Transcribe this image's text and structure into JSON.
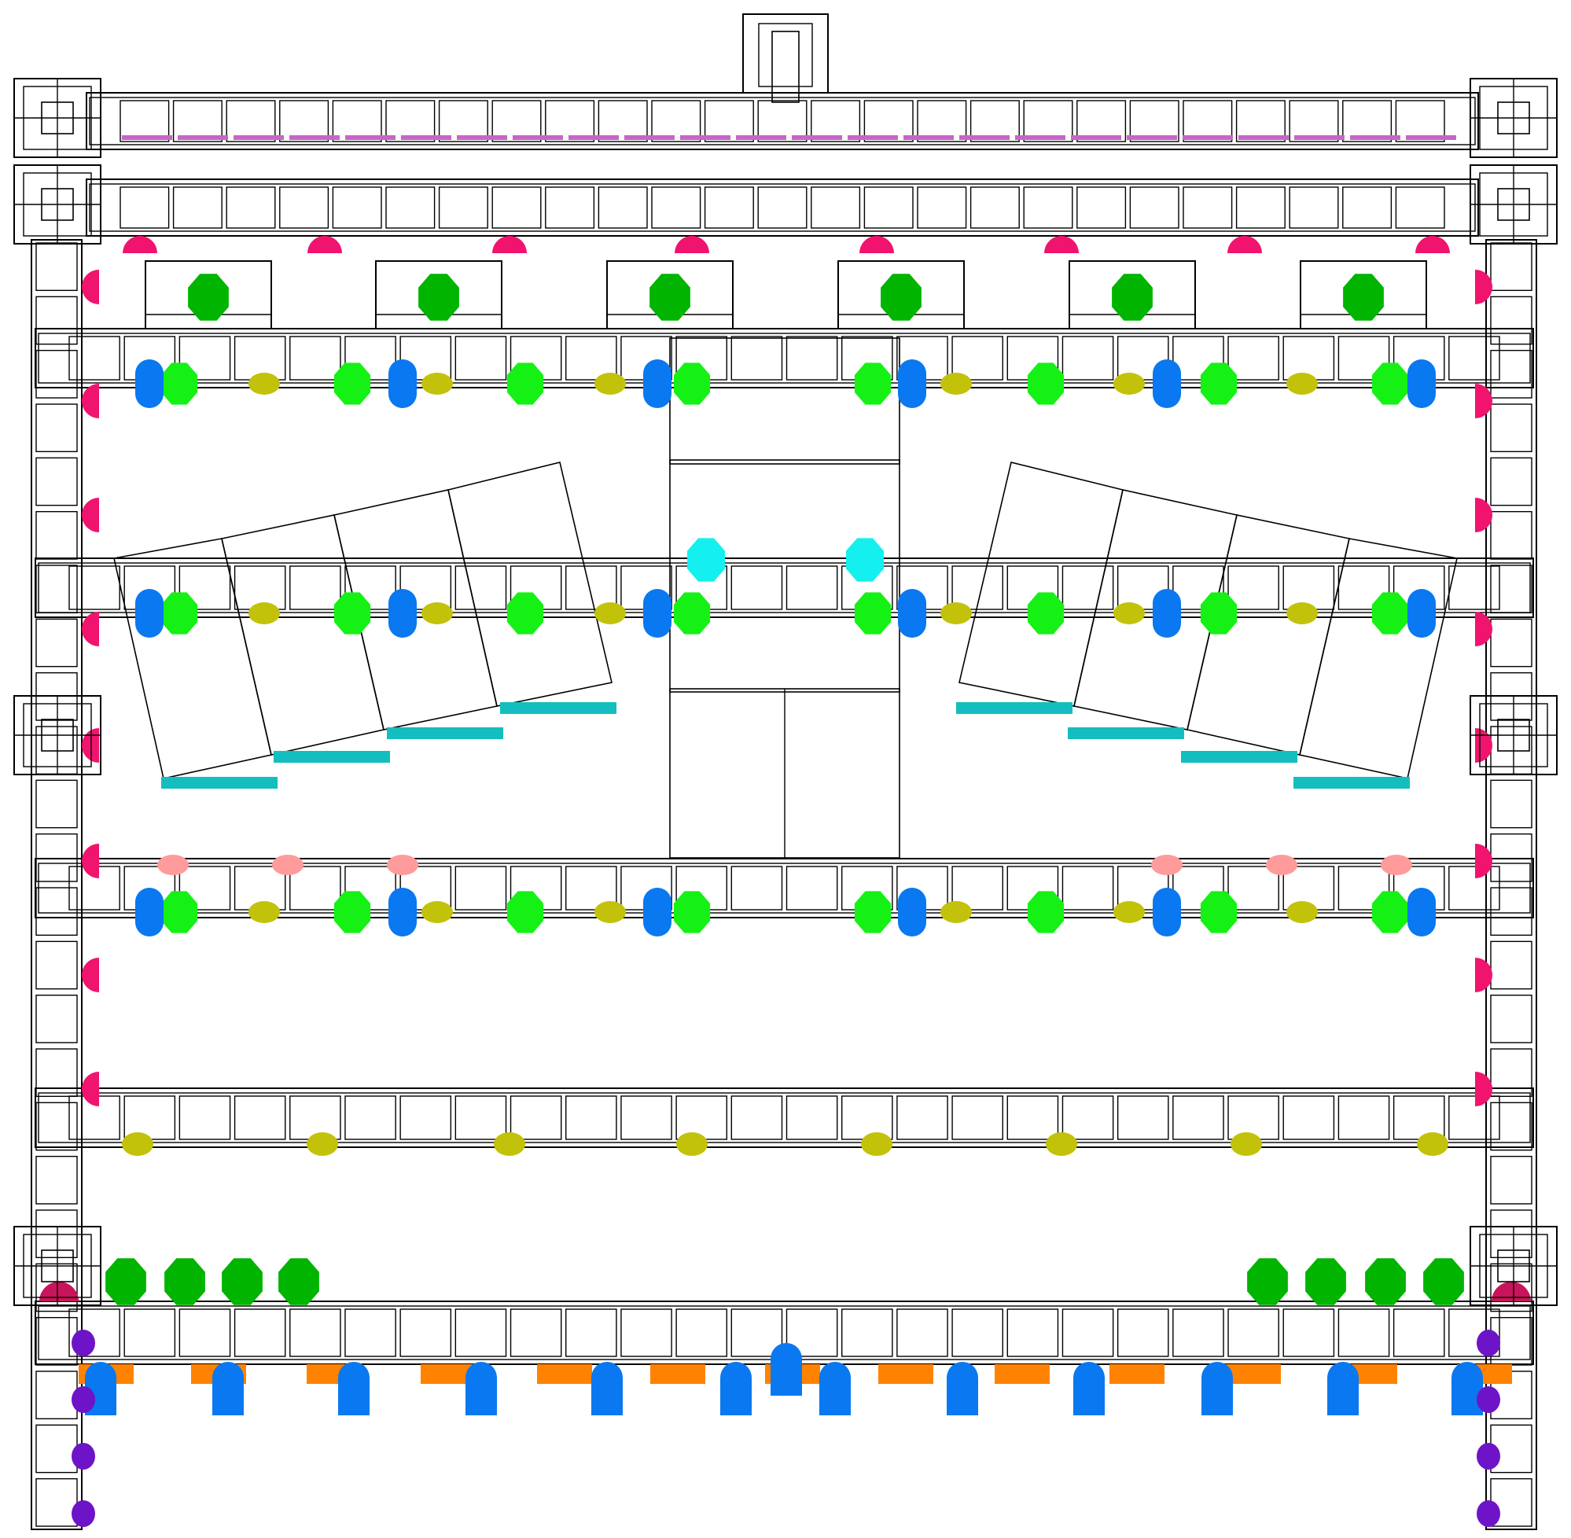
{
  "diagram": {
    "kind": "truss frame elevation (line drawing, no printed text)",
    "colors": {
      "line": "#000000",
      "background": "#ffffff",
      "fixture_dark_green": "#00b400",
      "fixture_bright_green": "#15f115",
      "fixture_blue": "#0a78f0",
      "fixture_olive": "#c2c20a",
      "fixture_magenta": "#f0146e",
      "fixture_cyan": "#14f0f0",
      "panel_teal": "#14bebe",
      "fixture_salmon": "#ff9b9b",
      "fixture_orange": "#ff8200",
      "fixture_purple": "#6e14c8",
      "fixture_crimson": "#c8145a",
      "strip_purple": "#c864c8"
    },
    "icons": [
      "truss-corner-block",
      "mover-fixture",
      "wash-fixture",
      "par-fixture",
      "spot-fixture",
      "strobe-fixture",
      "blinder-fixture"
    ]
  }
}
